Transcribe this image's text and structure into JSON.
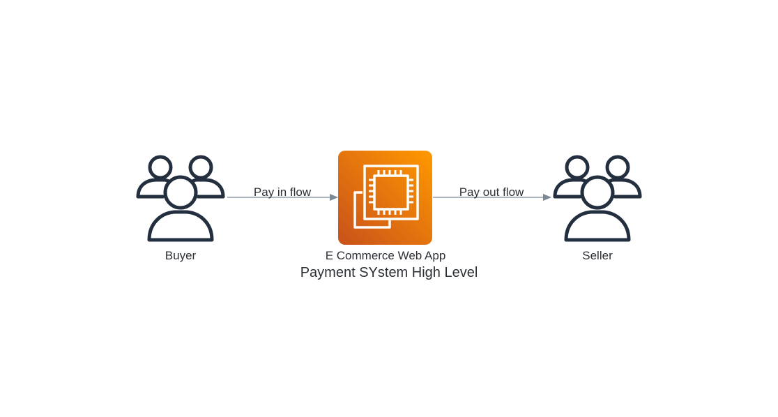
{
  "diagram": {
    "title": "Payment SYstem High Level",
    "nodes": [
      {
        "id": "buyer",
        "label": "Buyer",
        "icon": "users-icon"
      },
      {
        "id": "webapp",
        "label": "E Commerce Web App",
        "icon": "ec2-instance-icon"
      },
      {
        "id": "seller",
        "label": "Seller",
        "icon": "users-icon"
      }
    ],
    "edges": [
      {
        "from": "buyer",
        "to": "webapp",
        "label": "Pay in flow"
      },
      {
        "from": "webapp",
        "to": "seller",
        "label": "Pay out flow"
      }
    ],
    "colors": {
      "user_icon": "#232f3e",
      "ec2_gradient_start": "#c8511b",
      "ec2_gradient_end": "#ff9900",
      "edge": "#7b8896"
    }
  }
}
